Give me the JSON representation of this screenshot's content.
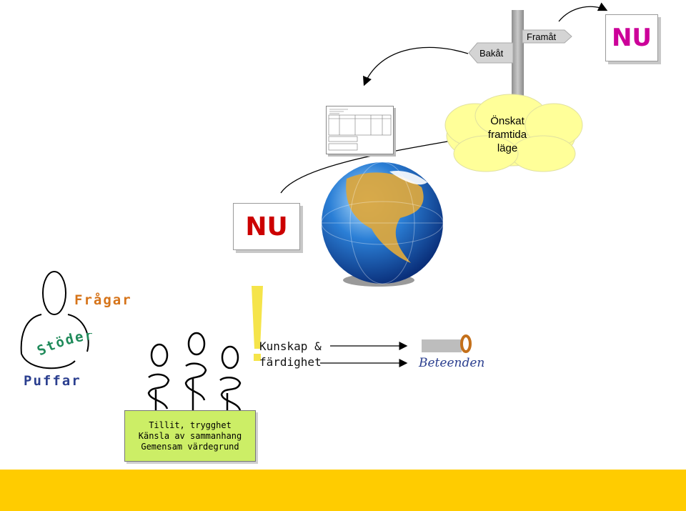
{
  "signpost": {
    "backward_label": "Bakåt",
    "forward_label": "Framåt"
  },
  "future_now_box": {
    "label": "NU"
  },
  "cloud": {
    "line1": "Önskat",
    "line2": "framtida",
    "line3": "läge"
  },
  "current_now_box": {
    "label": "NU"
  },
  "coach": {
    "question_label": "Frågar",
    "support_label": "Stöder",
    "nudge_label": "Puffar"
  },
  "knowledge": {
    "line1": "Kunskap &",
    "line2": "färdighet"
  },
  "behaviour": {
    "label": "Beteenden"
  },
  "foundation": {
    "line1": "Tillit, trygghet",
    "line2": "Känsla av sammanhang",
    "line3": "Gemensam värdegrund"
  },
  "colors": {
    "magenta": "#cc0099",
    "orange": "#d6741a",
    "navy": "#2b3f8f",
    "lime": "#ccee66",
    "cloud": "#ffff99",
    "banner": "#ffcc00",
    "exclamation": "#f5e44a"
  }
}
